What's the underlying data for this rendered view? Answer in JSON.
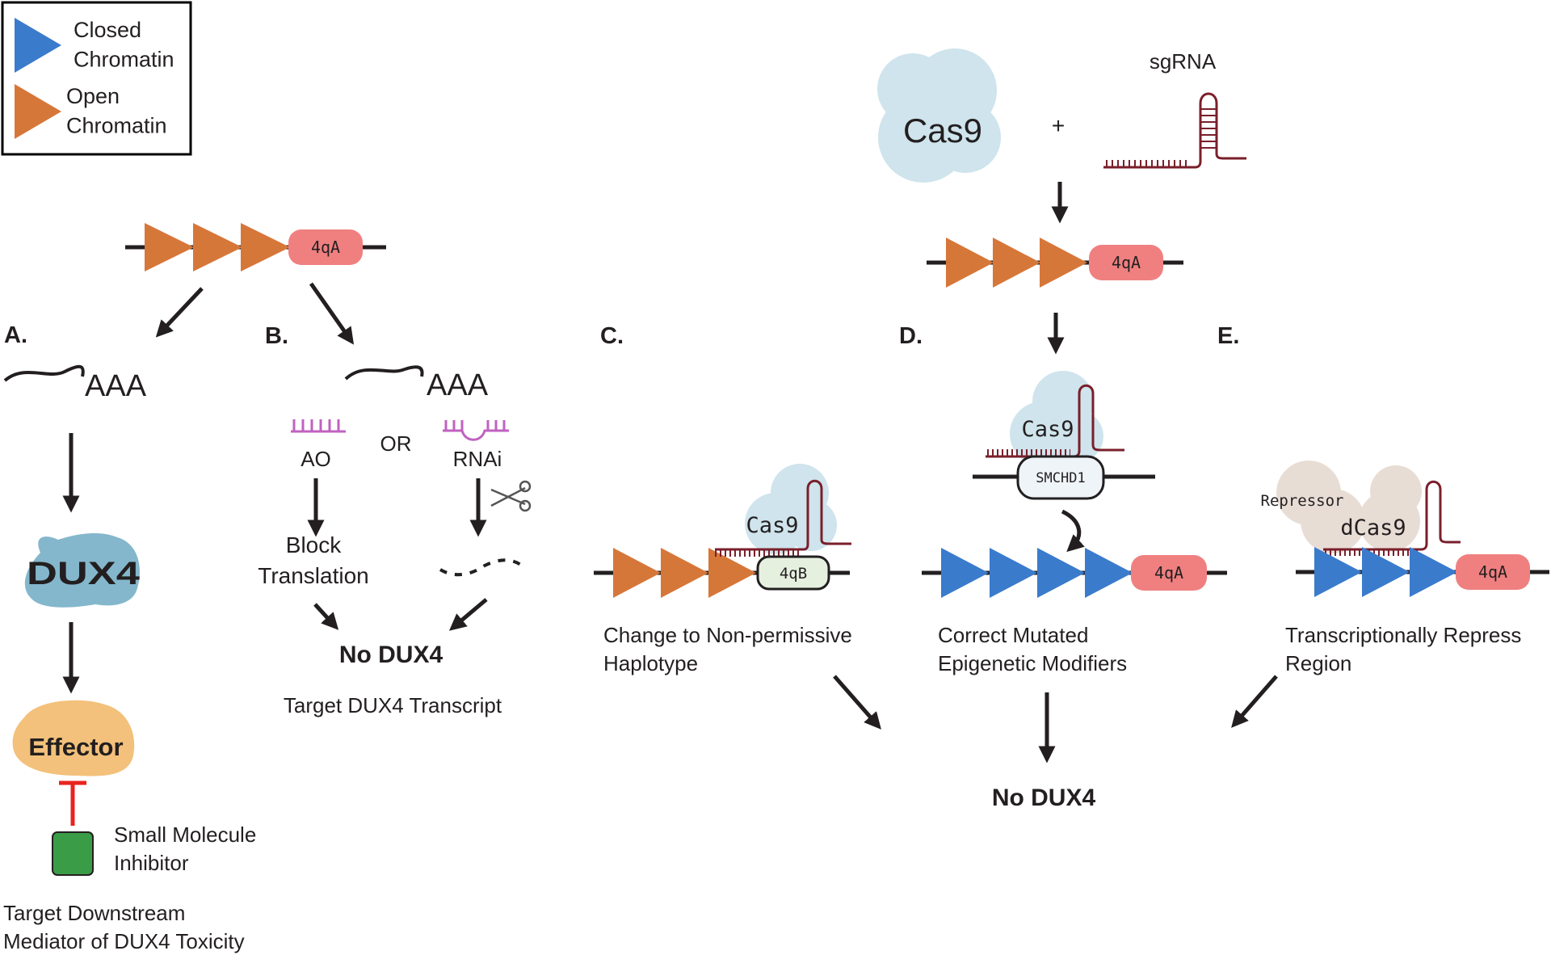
{
  "legend": {
    "closed_chromatin": "Closed\nChromatin",
    "open_chromatin": "Open\nChromatin",
    "colors": {
      "closed": "#3a7bcc",
      "open": "#d6773a"
    }
  },
  "colors": {
    "arrow": "#231f20",
    "region_4q": "#f08080",
    "cas9": "#cfe4ec",
    "repressor": "#e8ddd5",
    "rna": "#7a1f2b",
    "ao_rnai": "#c062c0",
    "dux4": "#84b7cc",
    "effector": "#f3c17b",
    "inhibitor_bar": "#e8231f",
    "inhibitor_box": "#3b9c47",
    "box_4qB": "#e6f0df",
    "box_smchd1": "#eef4f8"
  },
  "panels": {
    "A": {
      "letter": "A.",
      "polya": "AAA",
      "dux4": "DUX4",
      "effector": "Effector",
      "inhibitor": "Small Molecule\nInhibitor",
      "caption": "Target Downstream\nMediator of DUX4 Toxicity"
    },
    "B": {
      "letter": "B.",
      "polya": "AAA",
      "ao": "AO",
      "or": "OR",
      "rnai": "RNAi",
      "block": "Block\nTranslation",
      "result": "No DUX4",
      "caption": "Target DUX4 Transcript"
    },
    "top_left_locus": {
      "region": "4qA"
    },
    "crispr": {
      "cas9": "Cas9",
      "plus": "+",
      "sgrna": "sgRNA",
      "locus_region": "4qA"
    },
    "C": {
      "letter": "C.",
      "cas9": "Cas9",
      "region": "4qB",
      "caption": "Change to Non-permissive\nHaplotype"
    },
    "D": {
      "letter": "D.",
      "cas9": "Cas9",
      "smchd1": "SMCHD1",
      "region": "4qA",
      "caption": "Correct Mutated\nEpigenetic Modifiers"
    },
    "E": {
      "letter": "E.",
      "repressor": "Repressor",
      "dcas9": "dCas9",
      "region": "4qA",
      "caption": "Transcriptionally Repress\nRegion"
    },
    "final_result": "No DUX4"
  }
}
